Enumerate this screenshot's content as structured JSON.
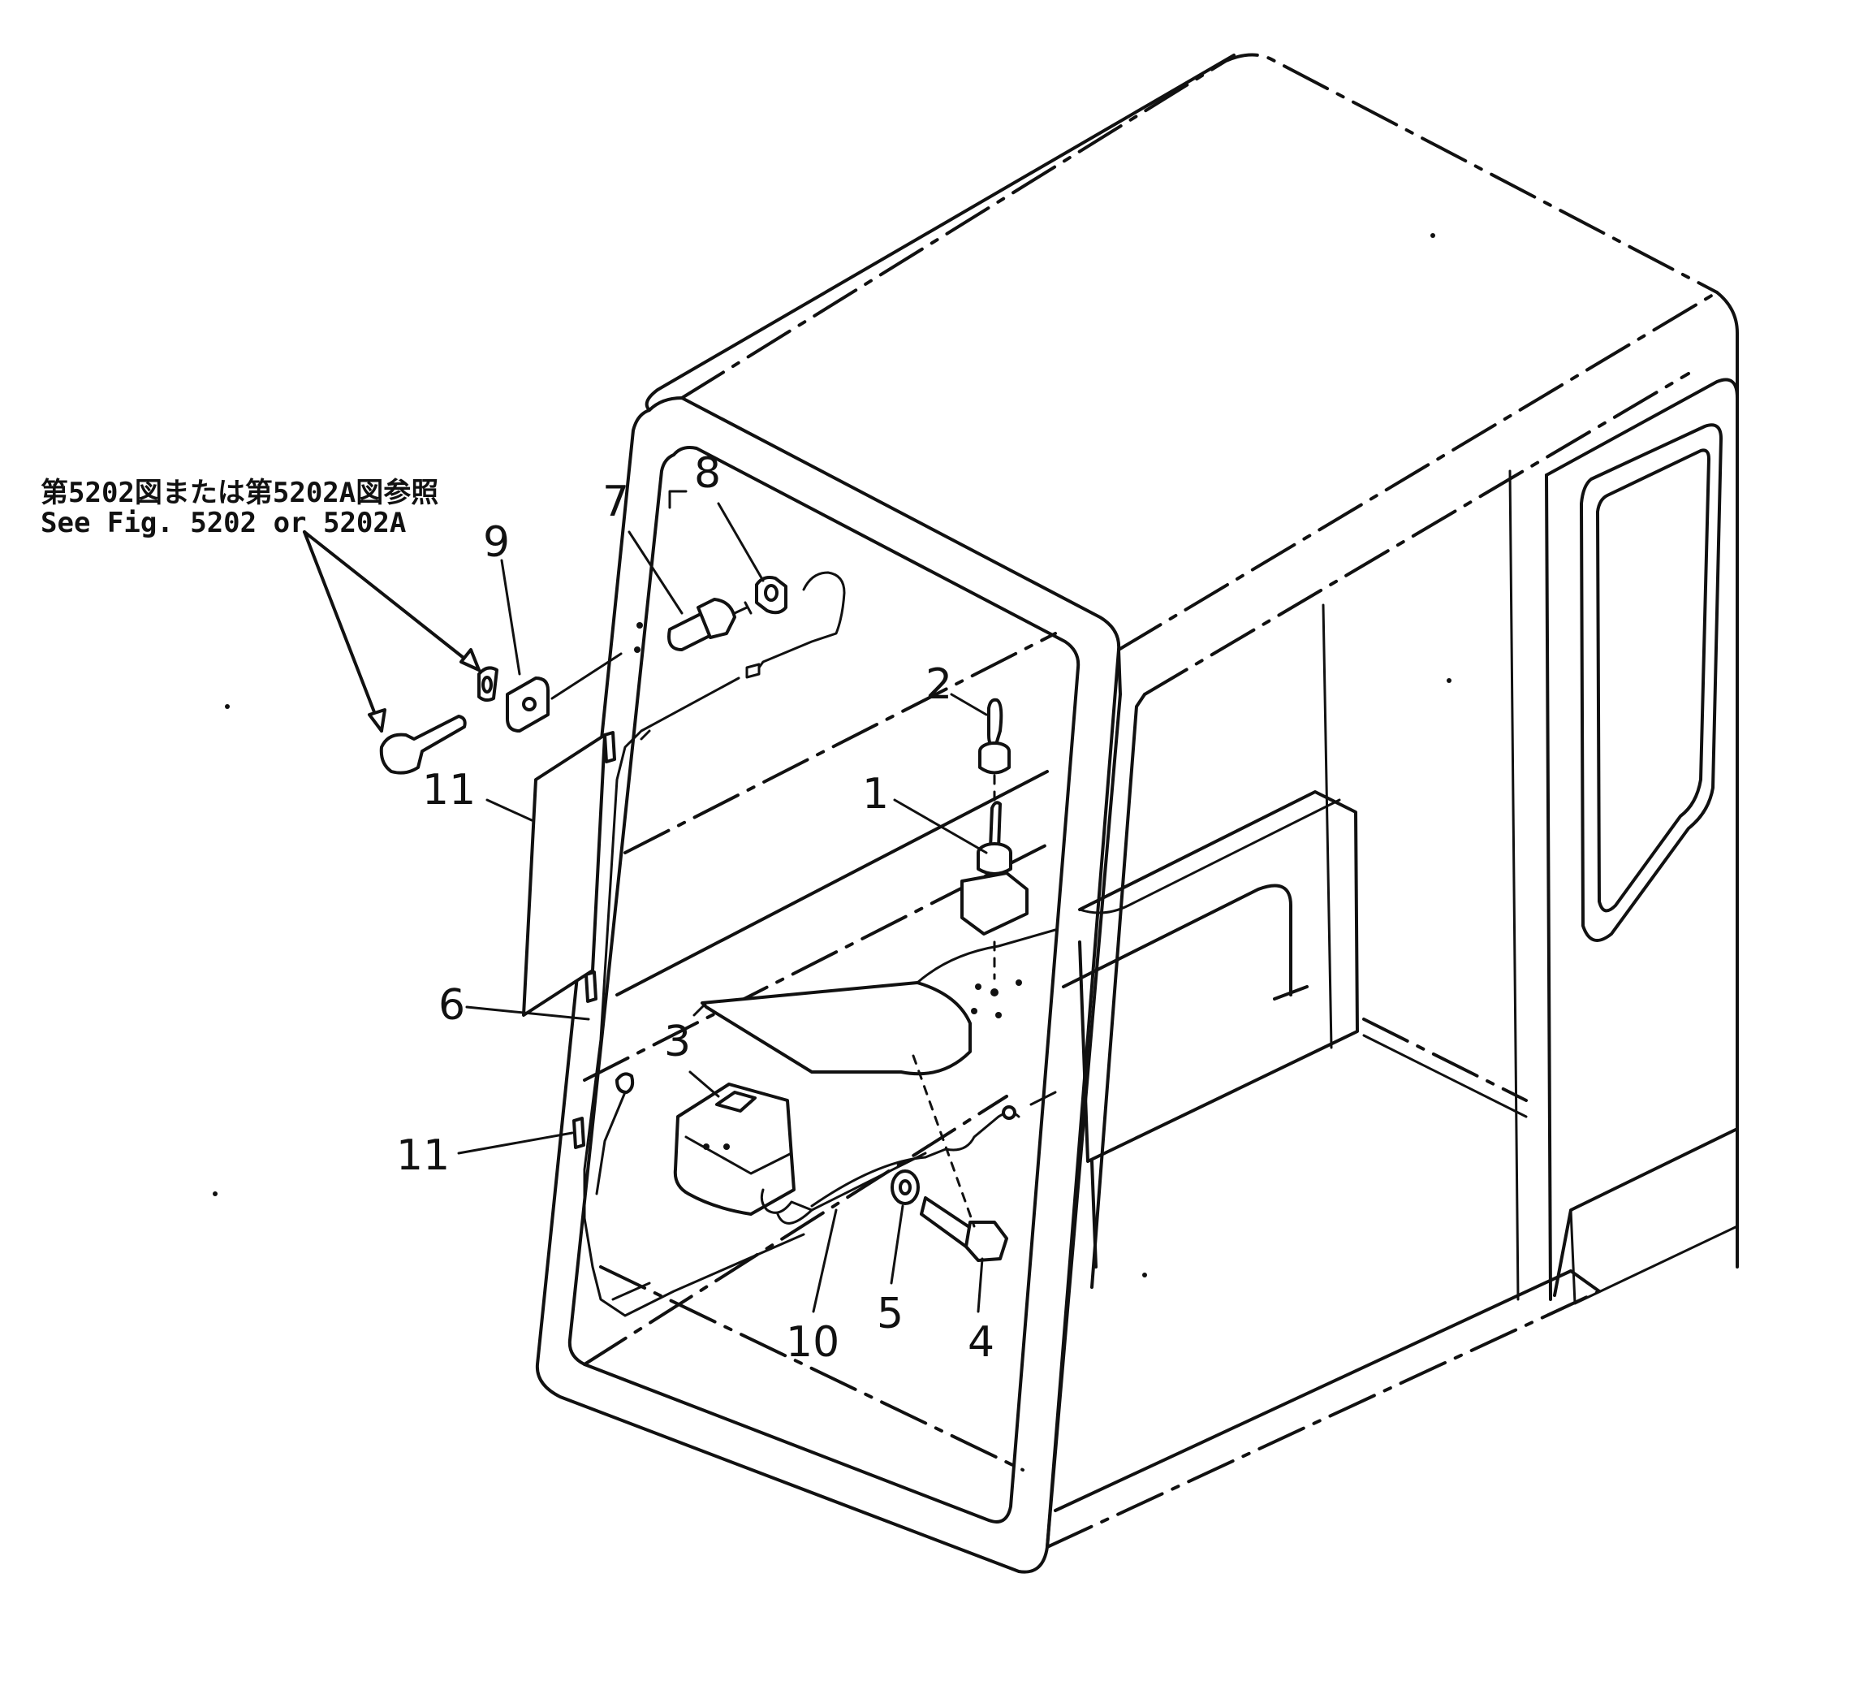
{
  "note": {
    "line_jp": "第5202図または第5202A図参照",
    "line_en": "See Fig. 5202 or 5202A"
  },
  "callouts": [
    "1",
    "2",
    "3",
    "4",
    "5",
    "6",
    "7",
    "8",
    "9",
    "10",
    "11",
    "11"
  ]
}
